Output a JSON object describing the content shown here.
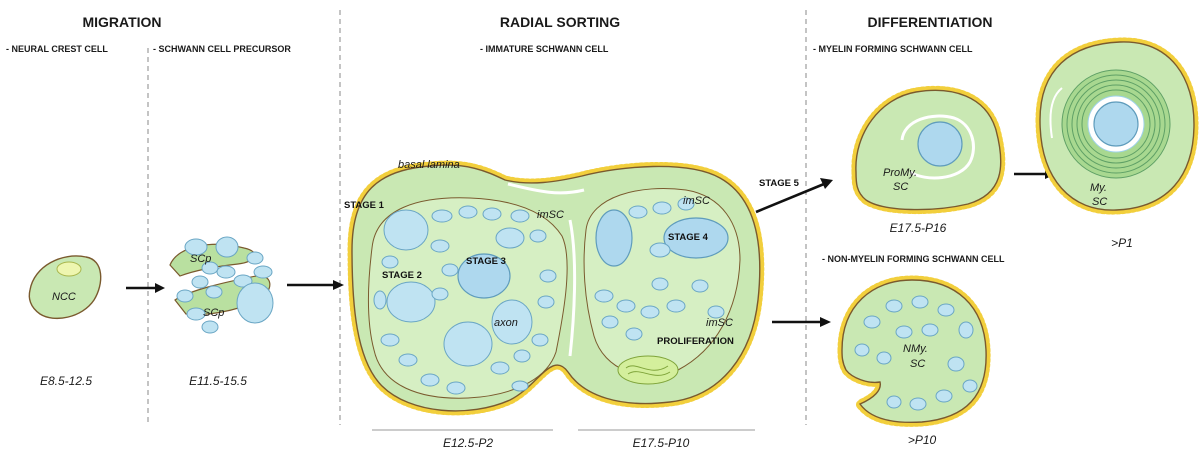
{
  "headers": {
    "migration": "MIGRATION",
    "radial_sorting": "RADIAL SORTING",
    "differentiation": "DIFFERENTIATION"
  },
  "subheaders": {
    "neural_crest": "- NEURAL CREST CELL",
    "precursor": "- SCHWANN CELL PRECURSOR",
    "immature": "- IMMATURE SCHWANN CELL",
    "myelin": "- MYELIN FORMING SCHWANN CELL",
    "non_myelin": "- NON-MYELIN FORMING SCHWANN CELL"
  },
  "labels": {
    "ncc": "NCC",
    "scp_top": "SCp",
    "scp_bottom": "SCp",
    "basal_lamina": "basal lamina",
    "stage1": "STAGE 1",
    "stage2": "STAGE 2",
    "stage3": "STAGE 3",
    "stage4": "STAGE 4",
    "stage5": "STAGE 5",
    "imsc_1": "imSC",
    "imsc_2": "imSC",
    "imsc_3": "imSC",
    "axon": "axon",
    "proliferation": "PROLIFERATION",
    "promy_1": "ProMy.",
    "promy_2": "SC",
    "my_1": "My.",
    "my_2": "SC",
    "nmy_1": "NMy.",
    "nmy_2": "SC"
  },
  "ages": {
    "ncc": "E8.5-12.5",
    "scp": "E11.5-15.5",
    "radial_left": "E12.5-P2",
    "radial_right": "E17.5-P10",
    "promy": "E17.5-P16",
    "my": ">P1",
    "nmy": ">P10"
  },
  "colors": {
    "cytoplasm": "#c9e8b3",
    "axon": "#bfe3f2",
    "basal_lamina_dots": "#f2cf3c",
    "membrane": "#7a5a2e"
  }
}
